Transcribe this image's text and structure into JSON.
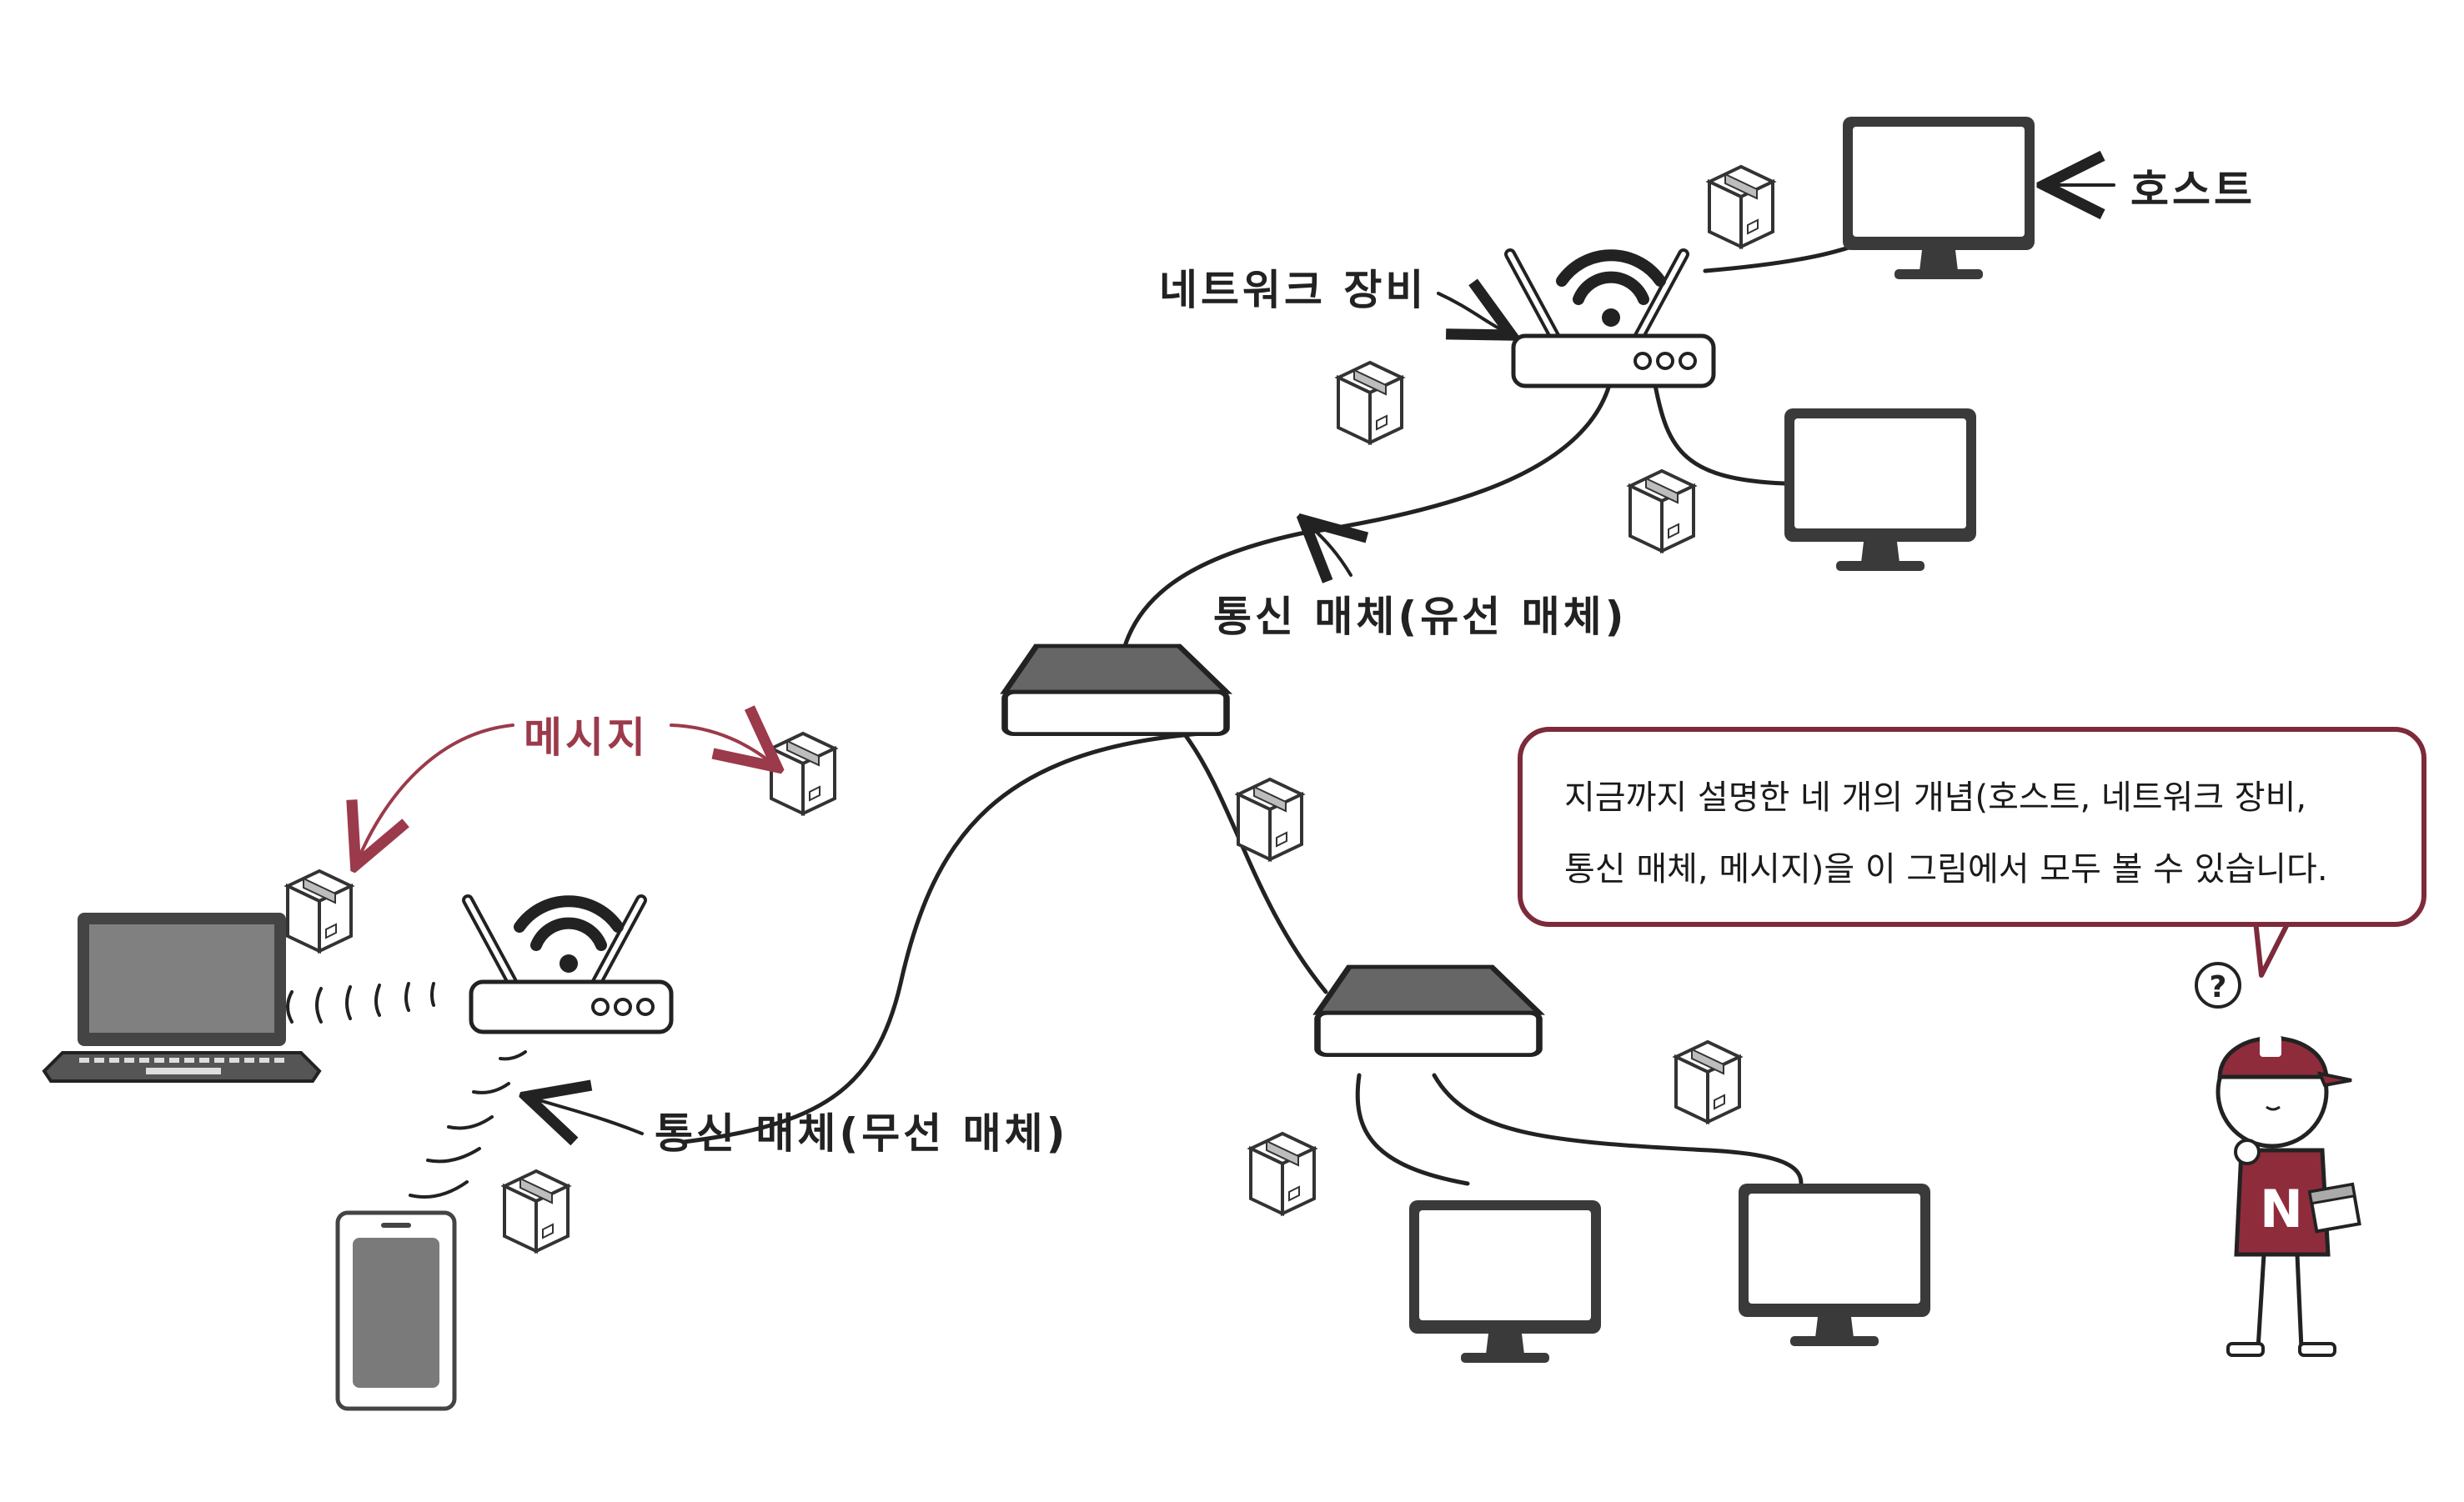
{
  "labels": {
    "host": "호스트",
    "network_device": "네트워크 장비",
    "wired_medium": "통신 매체(유선 매체)",
    "message": "메시지",
    "wireless_medium": "통신 매체(무선 매체)"
  },
  "speech_bubble": {
    "line1": "지금까지 설명한 네 개의 개념(호스트, 네트워크 장비,",
    "line2": "통신 매체, 메시지)을 이 그림에서 모두 볼 수 있습니다."
  },
  "character": {
    "shirt_letter": "N",
    "thought_mark": "?"
  },
  "colors": {
    "ink": "#222222",
    "accent": "#9b3a4b",
    "screen": "#7a7a7a",
    "cap": "#8e2c3c"
  }
}
